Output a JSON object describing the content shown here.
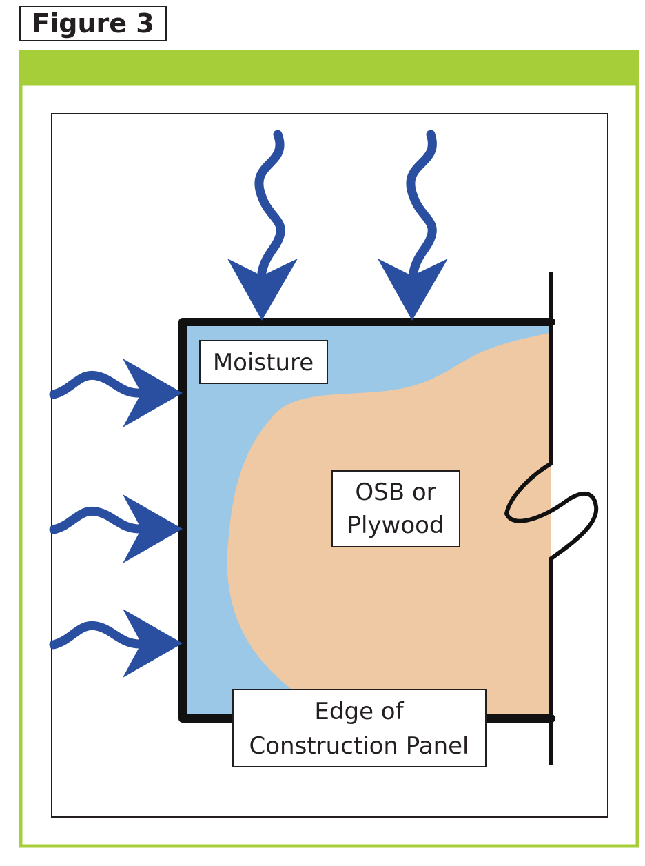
{
  "figure_label": "Figure 3",
  "labels": {
    "moisture": "Moisture",
    "wood_line1": "OSB or",
    "wood_line2": "Plywood",
    "edge_line1": "Edge of",
    "edge_line2": "Construction Panel"
  },
  "caption": "",
  "colors": {
    "header_band": "#a5ce39",
    "frame_border": "#a5ce39",
    "moisture_zone": "#9bc8e6",
    "wood": "#efc9a4",
    "arrows": "#2a4ea0",
    "panel_outline": "#111111"
  },
  "icons": [
    "wavy-arrow-down-icon",
    "wavy-arrow-right-icon"
  ]
}
